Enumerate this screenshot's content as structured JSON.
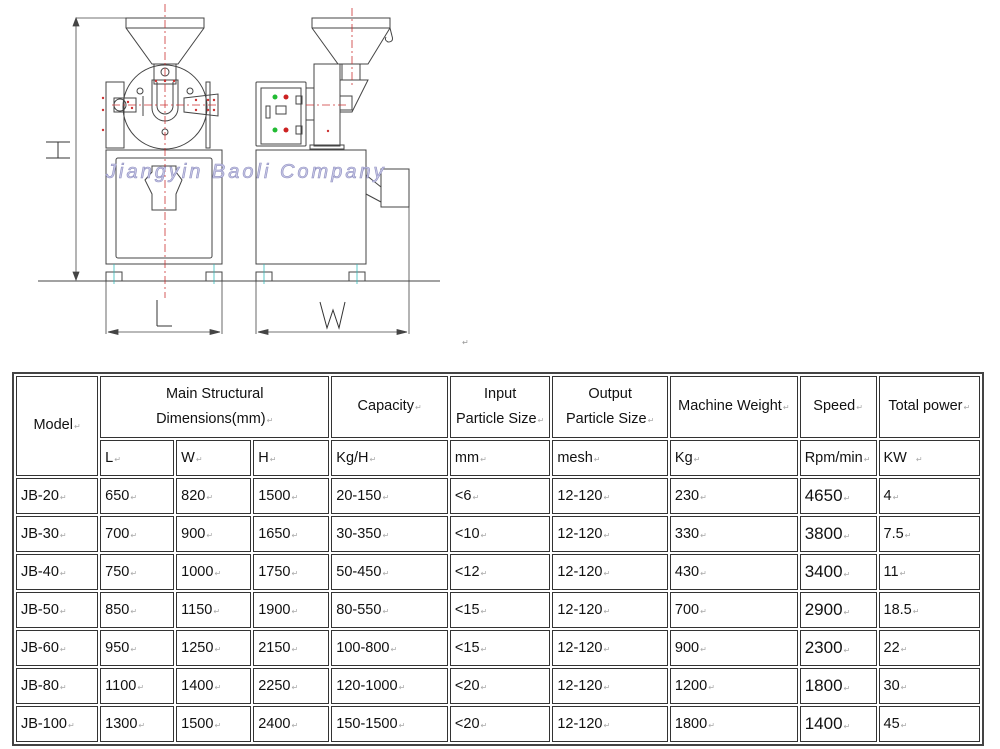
{
  "drawing": {
    "watermark": "Jiangyin Baoli Company",
    "dimension_labels": {
      "height": "H",
      "length": "L",
      "width": "W"
    },
    "indicator_colors": {
      "green": "#22bb33",
      "red": "#cc2222"
    },
    "centerline_color": "#cc3333",
    "leveling_color": "#33bbbb"
  },
  "table": {
    "headers": {
      "model": "Model",
      "dimensions_line1": "Main Structural",
      "dimensions_line2": "Dimensions(mm)",
      "capacity": "Capacity",
      "input_line1": "Input",
      "input_line2": "Particle Size",
      "output_line1": "Output",
      "output_line2": "Particle Size",
      "weight": "Machine Weight",
      "speed": "Speed",
      "power": "Total power"
    },
    "units": {
      "L": "L",
      "W": "W",
      "H": "H",
      "capacity": "Kg/H",
      "input": "mm",
      "output": "mesh",
      "weight": "Kg",
      "speed": "Rpm/min",
      "power": "KW"
    },
    "rows": [
      {
        "model": "JB-20",
        "L": "650",
        "W": "820",
        "H": "1500",
        "capacity": "20-150",
        "input": "<6",
        "output": "12-120",
        "weight": "230",
        "speed": "4650",
        "power": "4"
      },
      {
        "model": "JB-30",
        "L": "700",
        "W": "900",
        "H": "1650",
        "capacity": "30-350",
        "input": "<10",
        "output": "12-120",
        "weight": "330",
        "speed": "3800",
        "power": "7.5"
      },
      {
        "model": "JB-40",
        "L": "750",
        "W": "1000",
        "H": "1750",
        "capacity": "50-450",
        "input": "<12",
        "output": "12-120",
        "weight": "430",
        "speed": "3400",
        "power": "11"
      },
      {
        "model": "JB-50",
        "L": "850",
        "W": "1150",
        "H": "1900",
        "capacity": "80-550",
        "input": "<15",
        "output": "12-120",
        "weight": "700",
        "speed": "2900",
        "power": "18.5"
      },
      {
        "model": "JB-60",
        "L": "950",
        "W": "1250",
        "H": "2150",
        "capacity": "100-800",
        "input": "<15",
        "output": "12-120",
        "weight": "900",
        "speed": "2300",
        "power": "22"
      },
      {
        "model": "JB-80",
        "L": "1100",
        "W": "1400",
        "H": "2250",
        "capacity": "120-1000",
        "input": "<20",
        "output": "12-120",
        "weight": "1200",
        "speed": "1800",
        "power": "30"
      },
      {
        "model": "JB-100",
        "L": "1300",
        "W": "1500",
        "H": "2400",
        "capacity": "150-1500",
        "input": "<20",
        "output": "12-120",
        "weight": "1800",
        "speed": "1400",
        "power": "45"
      }
    ]
  }
}
